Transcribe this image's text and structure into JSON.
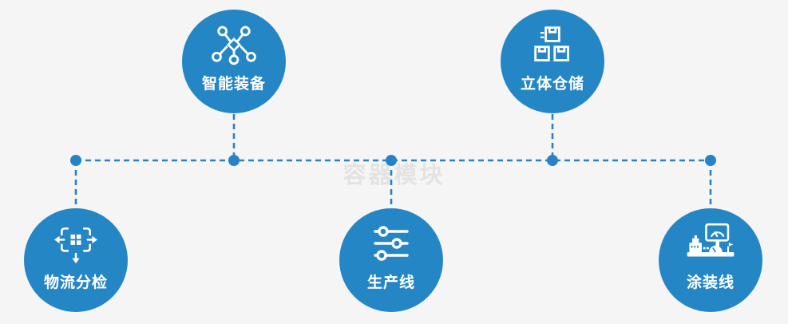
{
  "diagram": {
    "watermark": {
      "text": "容器模块",
      "color": "#d6d6d6"
    },
    "colors": {
      "background": "#f5f5f6",
      "node_circle": "#2586c6",
      "connector": "#2a80c6",
      "label_text": "#ffffff"
    },
    "nodes": [
      {
        "label": "智能装备",
        "icon": "network-nodes-icon",
        "position": "top-left"
      },
      {
        "label": "立体仓储",
        "icon": "stacked-boxes-icon",
        "position": "top-right"
      },
      {
        "label": "物流分检",
        "icon": "distribute-arrows-icon",
        "position": "bottom-left"
      },
      {
        "label": "生产线",
        "icon": "sliders-icon",
        "position": "bottom-center"
      },
      {
        "label": "涂装线",
        "icon": "control-console-icon",
        "position": "bottom-right"
      }
    ]
  }
}
